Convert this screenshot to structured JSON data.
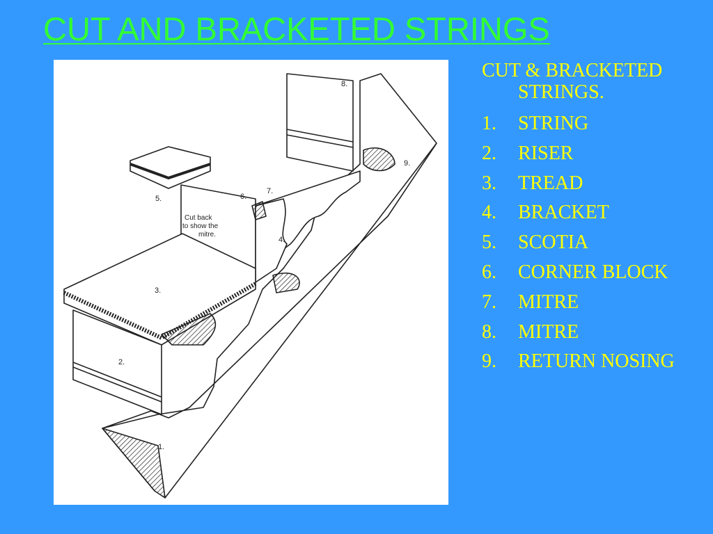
{
  "theme": {
    "background": "#3399ff",
    "title_color": "#33ff33",
    "text_color": "#ffff00"
  },
  "slide": {
    "title": "CUT AND BRACKETED STRINGS"
  },
  "figure": {
    "callouts": [
      "1.",
      "2.",
      "3.",
      "4.",
      "5.",
      "6.",
      "7.",
      "8.",
      "9."
    ],
    "note": [
      "Cut back",
      "to show the",
      "mitre."
    ]
  },
  "legend": {
    "heading": "CUT & BRACKETED STRINGS.",
    "items": [
      {
        "num": "1.",
        "label": "STRING"
      },
      {
        "num": "2.",
        "label": "RISER"
      },
      {
        "num": "3.",
        "label": "TREAD"
      },
      {
        "num": "4.",
        "label": "BRACKET"
      },
      {
        "num": "5.",
        "label": "SCOTIA"
      },
      {
        "num": "6.",
        "label": "CORNER BLOCK"
      },
      {
        "num": "7.",
        "label": "MITRE"
      },
      {
        "num": "8.",
        "label": "MITRE"
      },
      {
        "num": "9.",
        "label": "RETURN NOSING"
      }
    ]
  }
}
